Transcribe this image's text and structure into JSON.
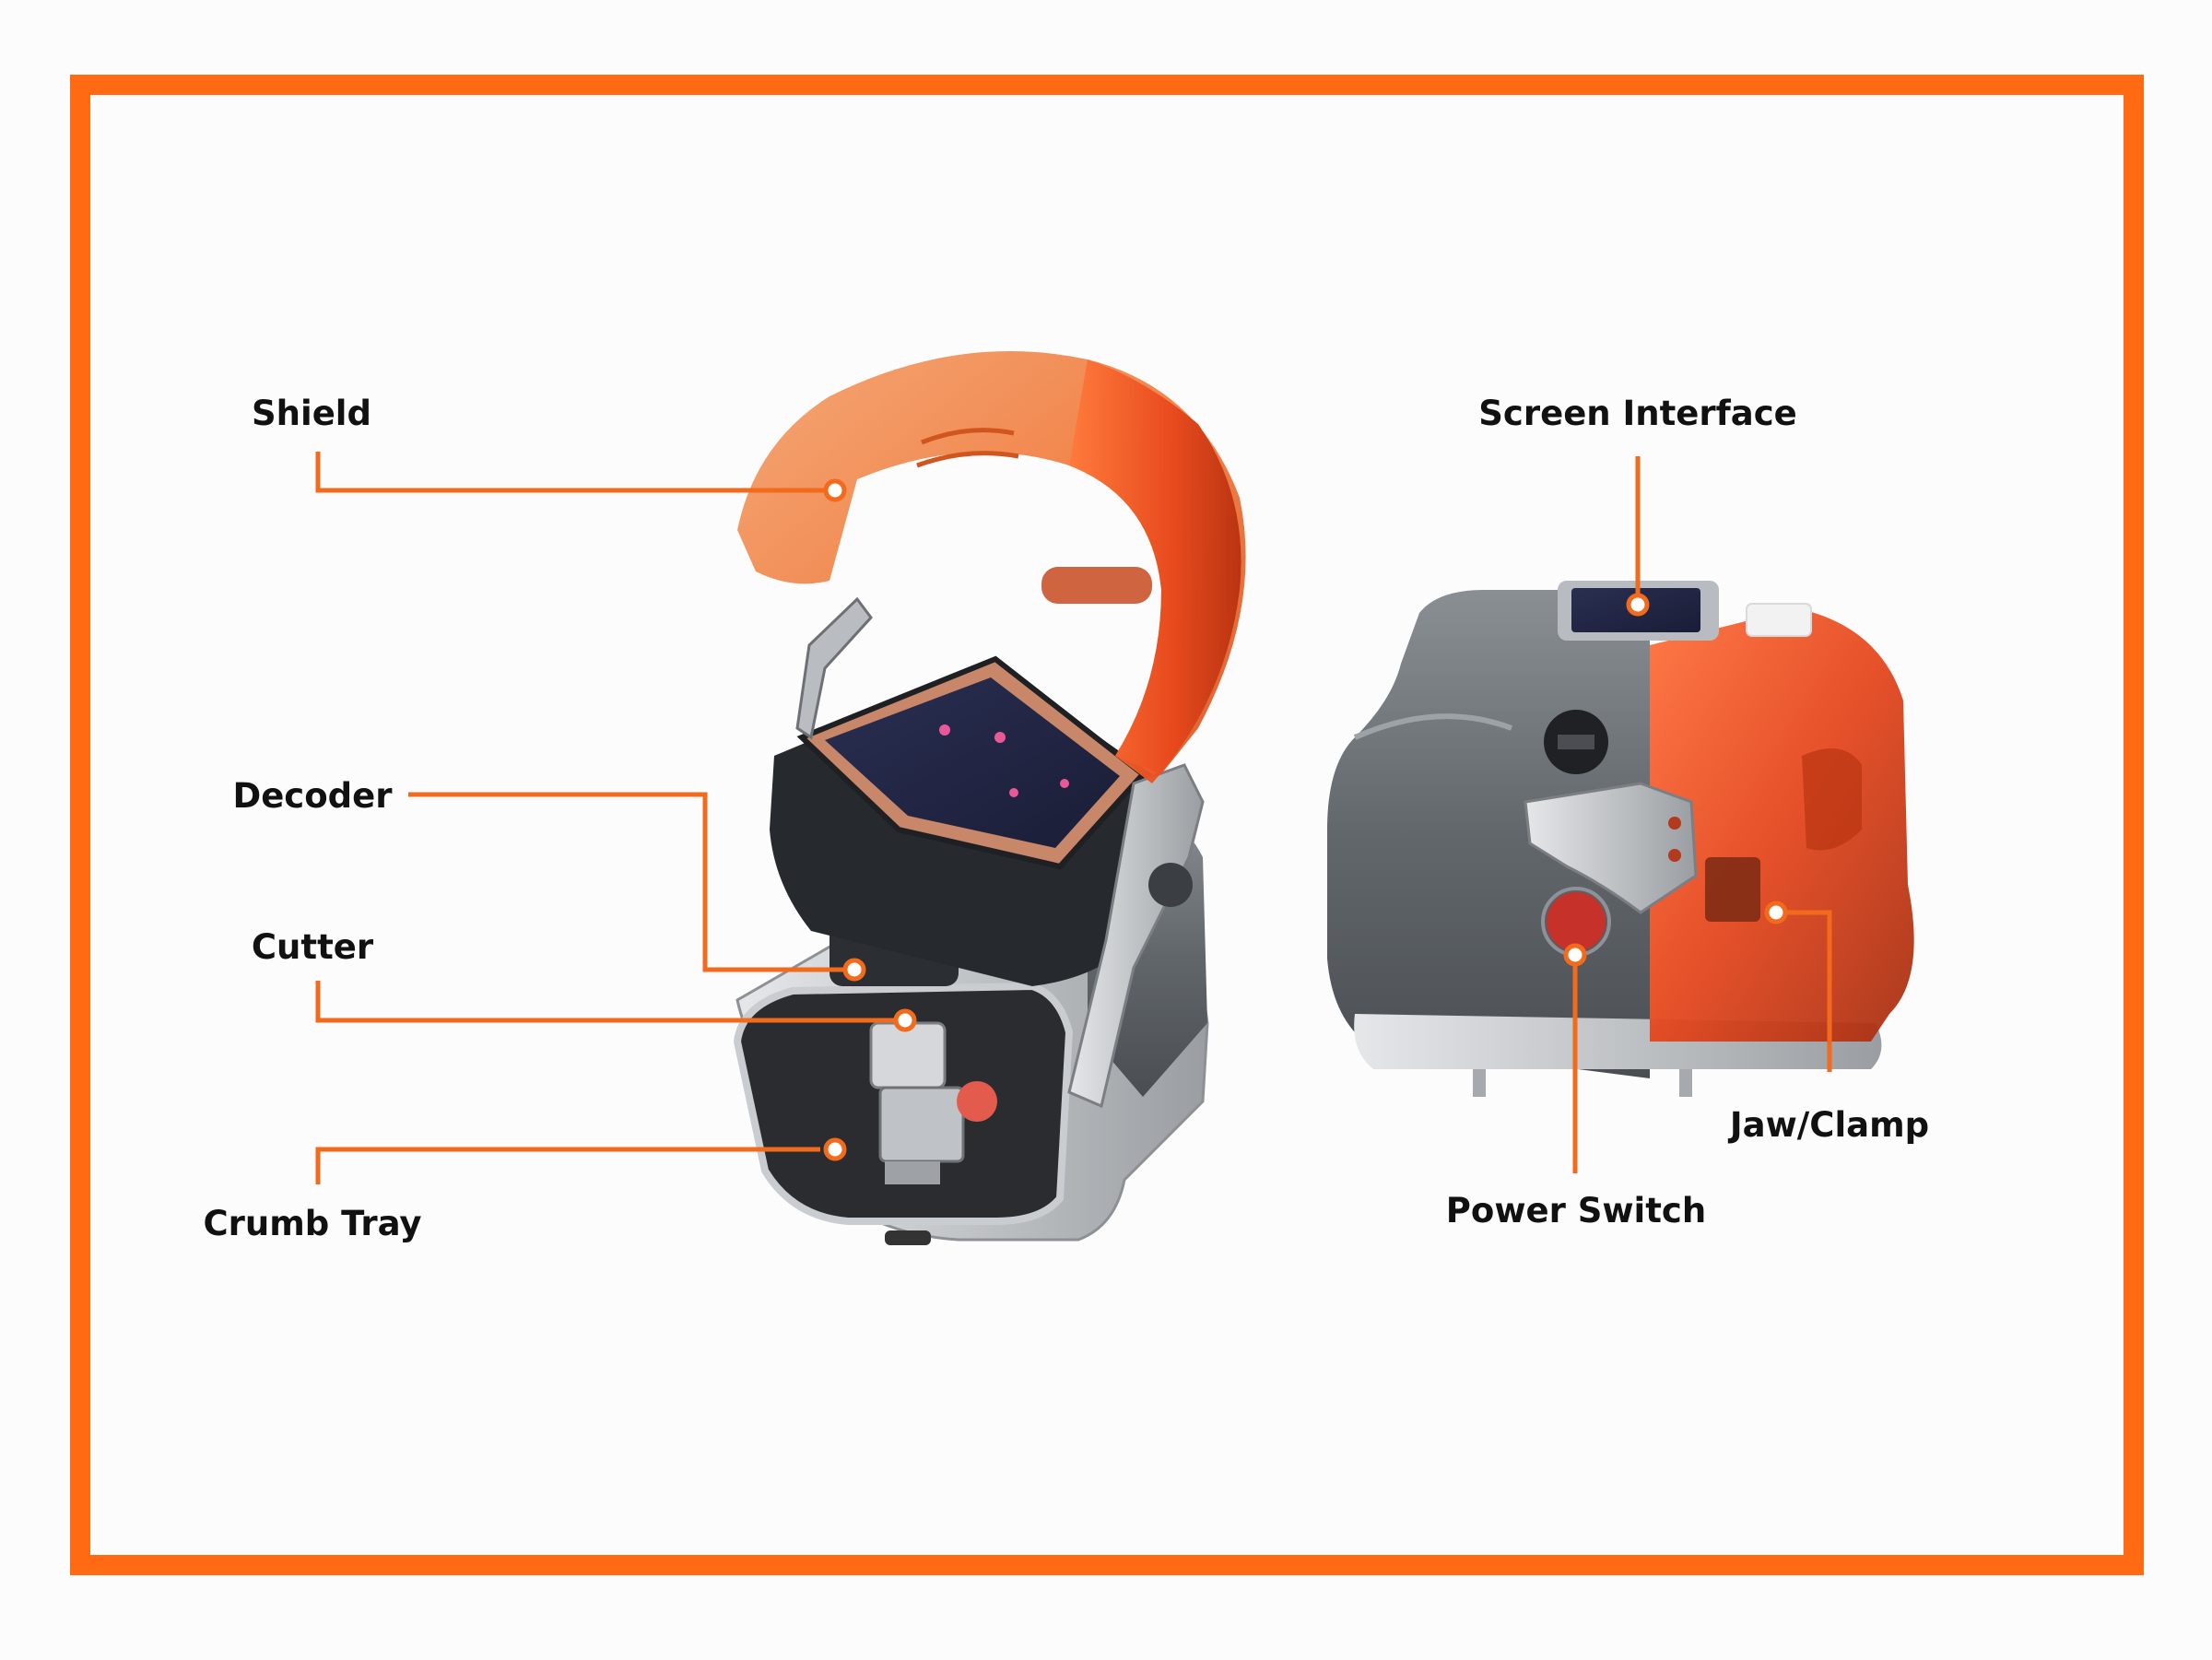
{
  "colors": {
    "frame": "#ff6a13",
    "leader": "#f26a1b",
    "background": "#fbfcfb",
    "shield_orange": "#f06a2a",
    "body_gray": "#6b7075",
    "silver": "#c3c6c9",
    "dark": "#1d1f22"
  },
  "labels": {
    "shield": "Shield",
    "decoder": "Decoder",
    "cutter": "Cutter",
    "crumb_tray": "Crumb Tray",
    "screen_interface": "Screen Interface",
    "jaw_clamp": "Jaw/Clamp",
    "power_switch": "Power Switch"
  }
}
